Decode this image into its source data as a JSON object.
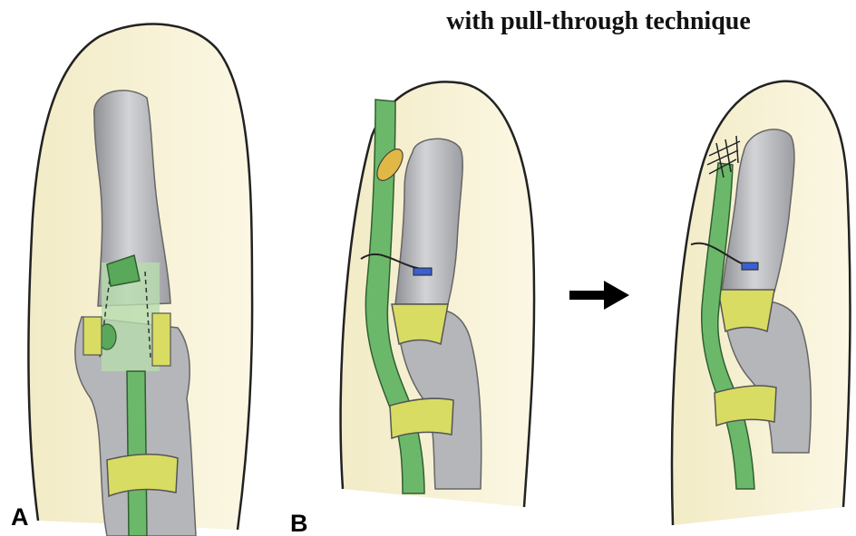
{
  "title": "with pull-through technique",
  "panels": {
    "a": "A",
    "b": "B"
  },
  "colors": {
    "skin": "#f7f1d6",
    "bone": "#c9cacd",
    "tendon": "#6cb86b",
    "pulley": "#d8dc63",
    "suture": "#3a5fd1",
    "knot": "#e0b845",
    "arrow": "#000000"
  }
}
